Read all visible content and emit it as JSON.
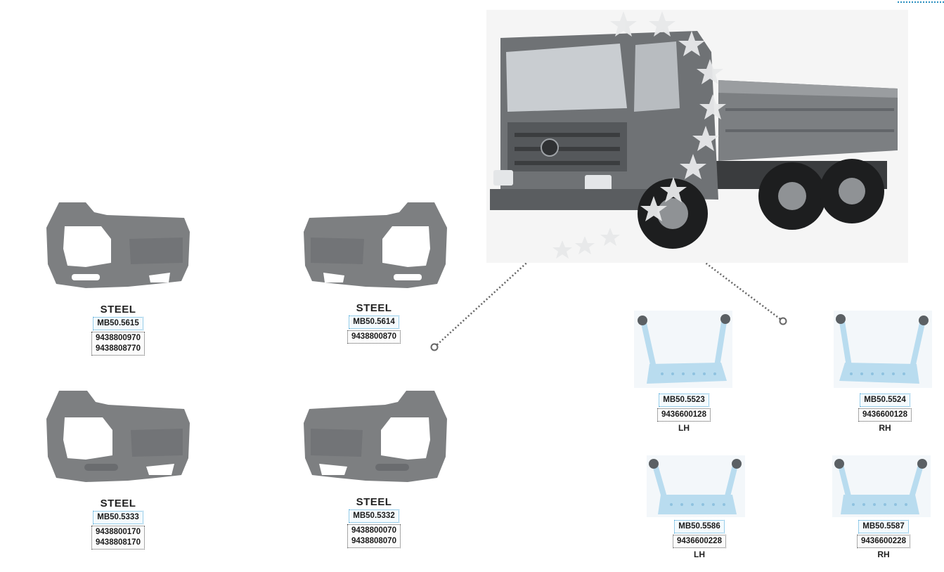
{
  "bumpers": [
    {
      "material": "STEEL",
      "code": "MB50.5615",
      "oem": [
        "9438800970",
        "9438808770"
      ]
    },
    {
      "material": "STEEL",
      "code": "MB50.5614",
      "oem": [
        "9438800870"
      ]
    },
    {
      "material": "STEEL",
      "code": "MB50.5333",
      "oem": [
        "9438800170",
        "9438808170"
      ]
    },
    {
      "material": "STEEL",
      "code": "MB50.5332",
      "oem": [
        "9438800070",
        "9438808070"
      ]
    }
  ],
  "steps": [
    {
      "code": "MB50.5523",
      "oem": "9436600128",
      "side": "LH"
    },
    {
      "code": "MB50.5524",
      "oem": "9436600128",
      "side": "RH"
    },
    {
      "code": "MB50.5586",
      "oem": "9436600228",
      "side": "LH"
    },
    {
      "code": "MB50.5587",
      "oem": "9436600228",
      "side": "RH"
    }
  ],
  "colors": {
    "part_grey": "#7d7f81",
    "step_blue": "#b9dcef",
    "code_border_blue": "#3aa0d6",
    "truck_grey": "#6f7275"
  }
}
